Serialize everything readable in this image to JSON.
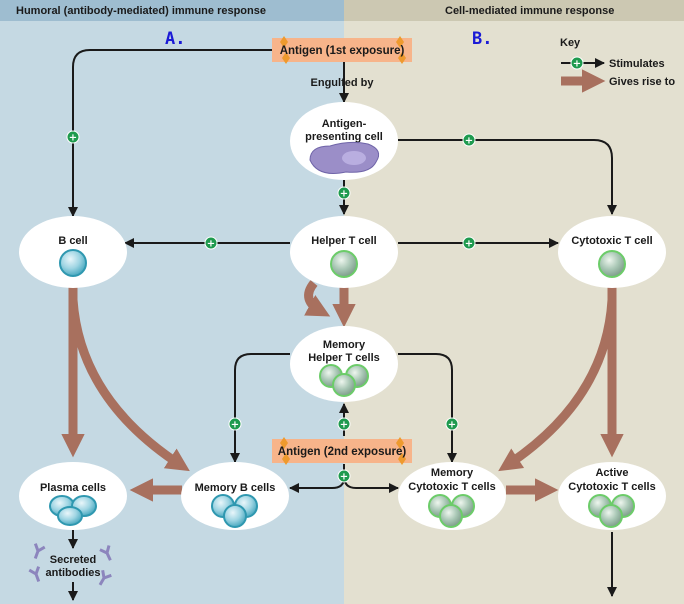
{
  "headers": {
    "left": "Humoral (antibody-mediated) immune response",
    "right": "Cell-mediated immune response"
  },
  "section_labels": {
    "a": "A.",
    "b": "B."
  },
  "antigen_first": "Antigen (1st exposure)",
  "antigen_second": "Antigen (2nd exposure)",
  "engulfed_by": "Engulfed by",
  "cells": {
    "apc_line1": "Antigen-",
    "apc_line2": "presenting cell",
    "b_cell": "B cell",
    "helper_t": "Helper T cell",
    "cytotoxic_t": "Cytotoxic T cell",
    "memory_helper_line1": "Memory",
    "memory_helper_line2": "Helper T cells",
    "plasma": "Plasma cells",
    "memory_b": "Memory B cells",
    "memory_cyto_line1": "Memory",
    "memory_cyto_line2": "Cytotoxic T cells",
    "active_cyto_line1": "Active",
    "active_cyto_line2": "Cytotoxic T cells"
  },
  "secreted_line1": "Secreted",
  "secreted_line2": "antibodies",
  "key": {
    "title": "Key",
    "stimulates": "Stimulates",
    "gives_rise": "Gives rise to",
    "plus": "+"
  },
  "colors": {
    "left_bg": "#c5d9e3",
    "right_bg": "#e3e0d0",
    "left_header": "#9ebdd0",
    "right_header": "#ccc8b2",
    "antigen_box": "#f7b48a",
    "antigen_spike": "#ee9a2e",
    "gives_rise_arrow": "#a8705e",
    "stimulate_dot": "#1e9a4e",
    "b_cell": "#5bbcd0",
    "t_cell": "#8cd98a",
    "apc": "#9b8ec8",
    "antibody": "#8c85bd"
  }
}
